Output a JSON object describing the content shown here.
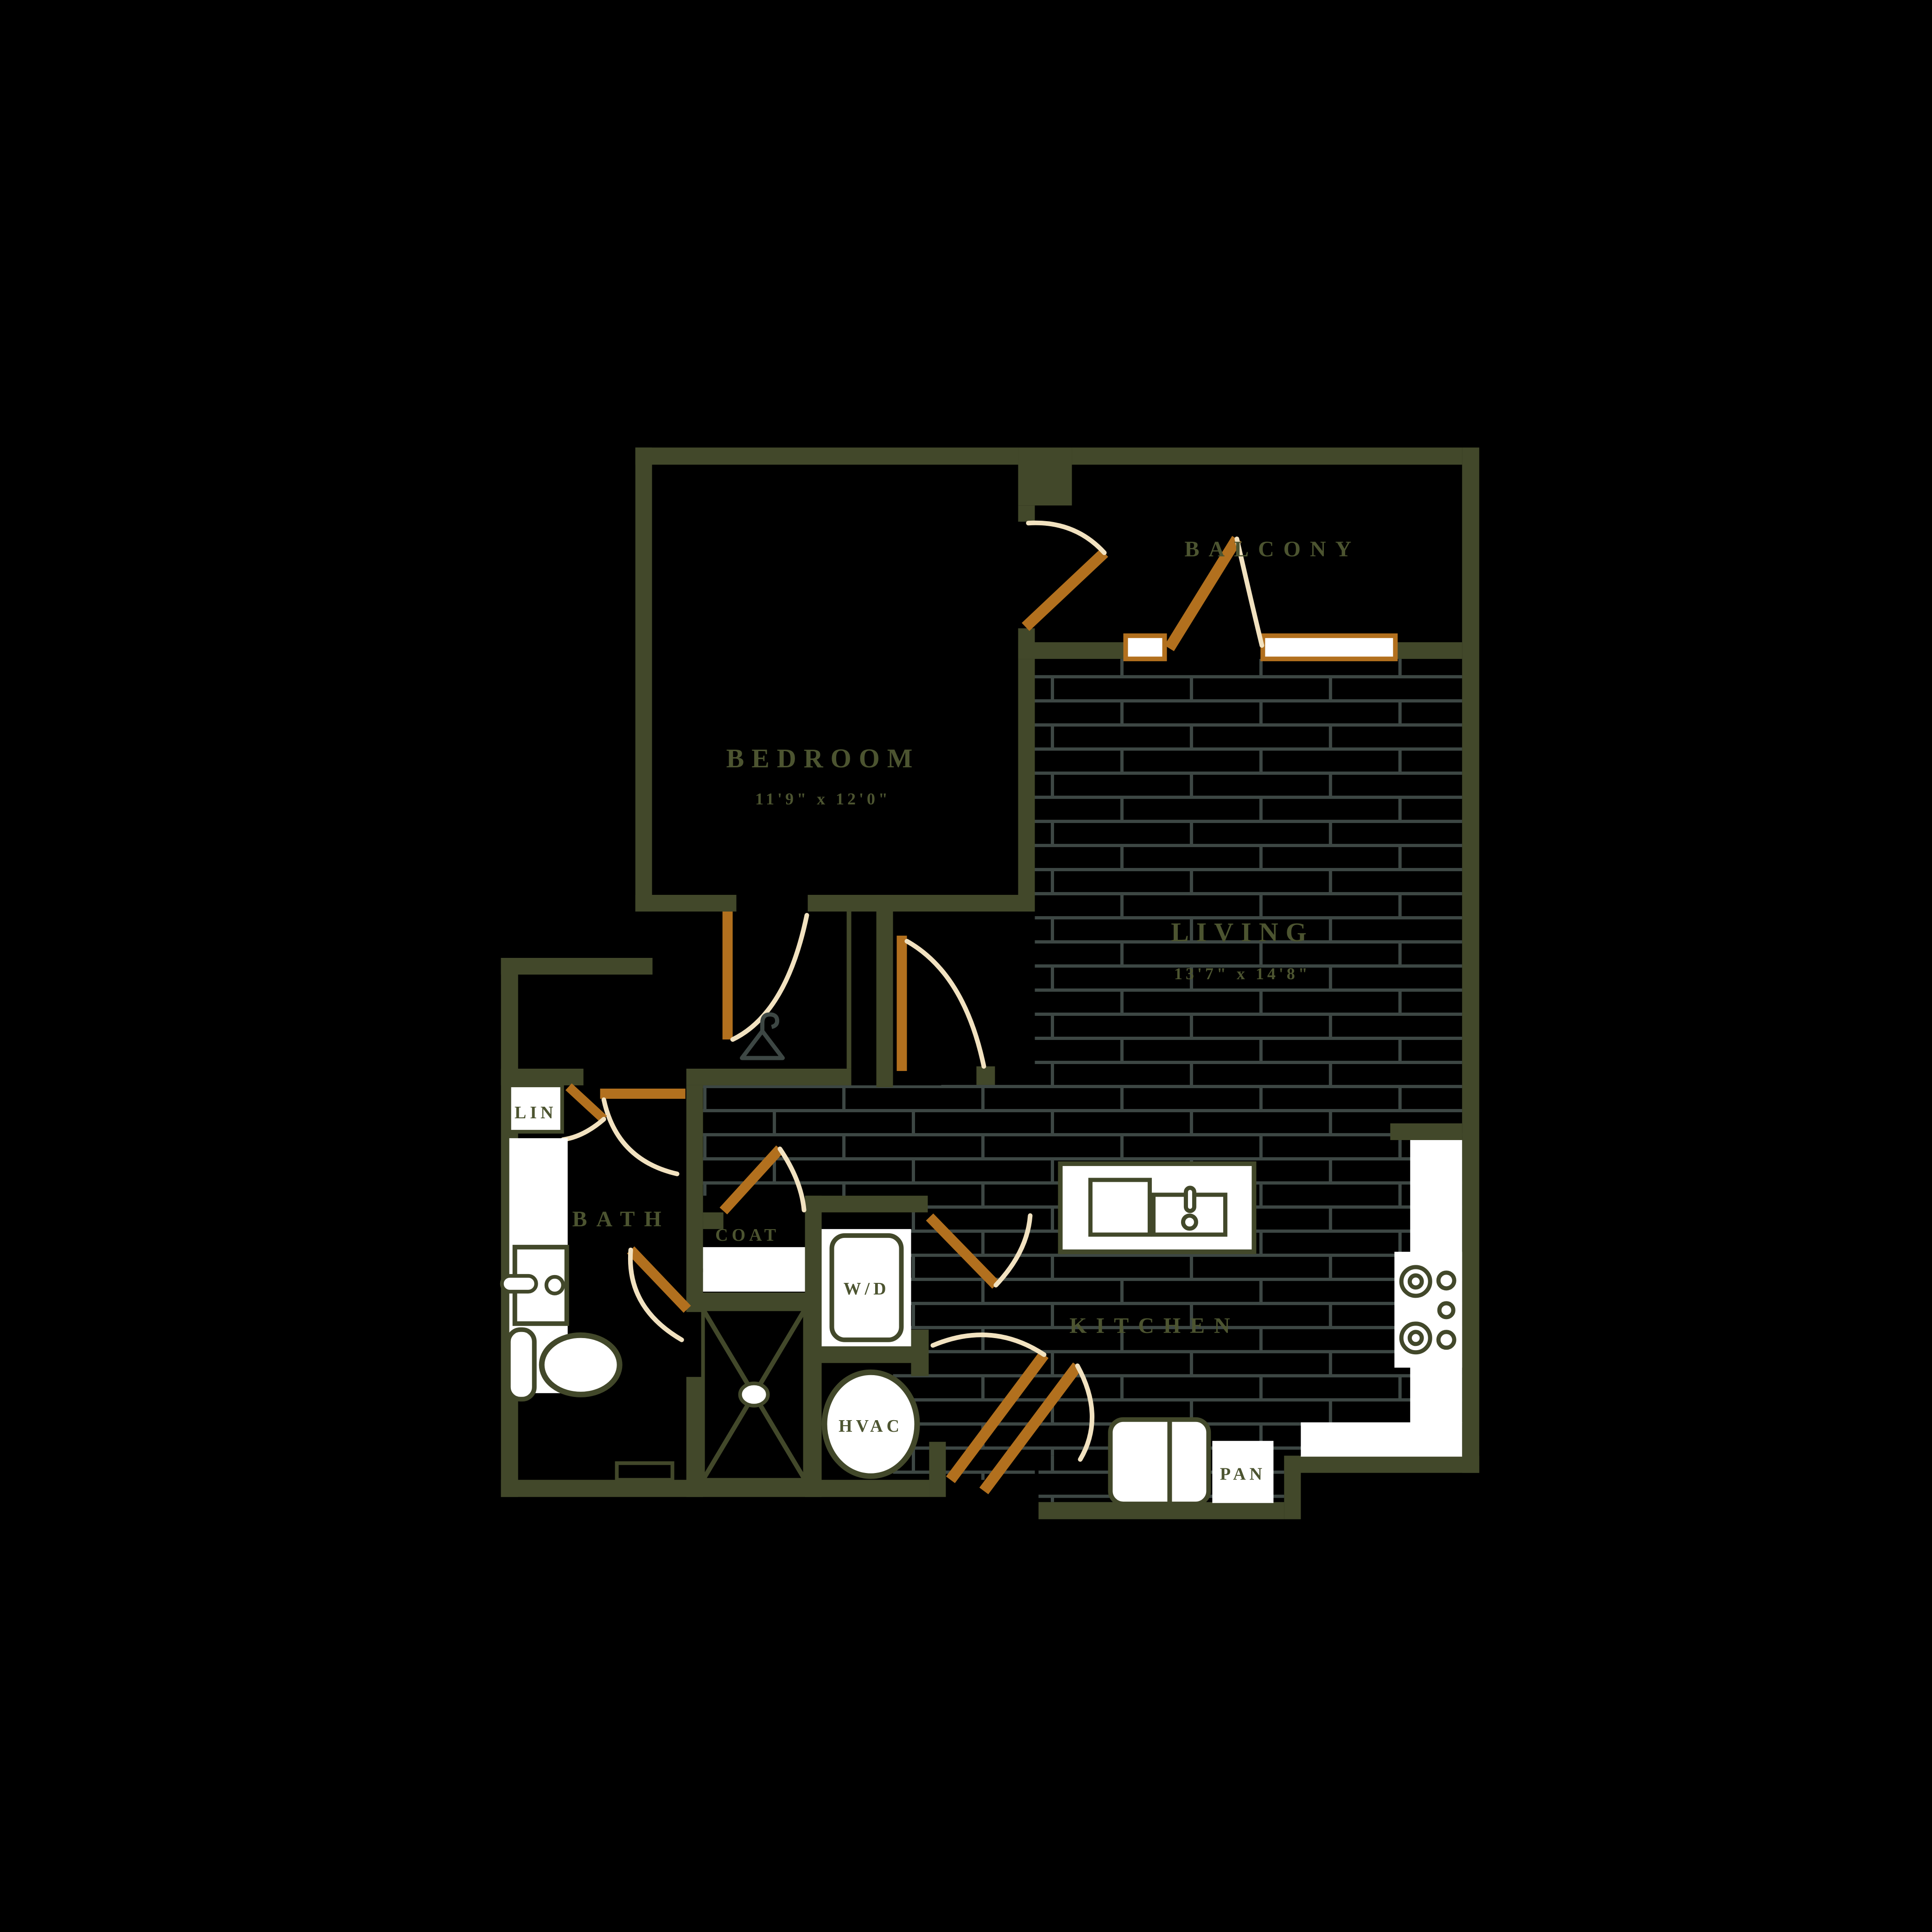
{
  "plan": {
    "type": "apartment-floor-plan",
    "rooms": {
      "bedroom": {
        "label": "BEDROOM",
        "dims": "11'9\" x 12'0\""
      },
      "living": {
        "label": "LIVING",
        "dims": "13'7\" x 14'8\""
      },
      "balcony": {
        "label": "BALCONY"
      },
      "bath": {
        "label": "BATH"
      },
      "kitchen": {
        "label": "KITCHEN"
      },
      "coat": {
        "label": "COAT"
      },
      "linen": {
        "label": "LIN"
      },
      "pantry": {
        "label": "PAN"
      },
      "washer_dryer": {
        "label": "W/D"
      },
      "hvac": {
        "label": "HVAC"
      }
    },
    "fixtures": [
      "kitchen-island-sink-icon",
      "cooktop-burners-icon",
      "refrigerator-icon",
      "bath-vanity-sink-icon",
      "toilet-icon",
      "shower-icon",
      "hanger-icon",
      "washer-dryer-icon",
      "hvac-unit-icon",
      "window-sill",
      "door-swing"
    ],
    "colors": {
      "background": "#000000",
      "wall": "#42482a",
      "label_text": "#4c5430",
      "door_leaf": "#b2701e",
      "door_swing_arc": "#f2e2c0",
      "plank_joint": "#3d4744",
      "fixture_fill": "#ffffff"
    }
  }
}
